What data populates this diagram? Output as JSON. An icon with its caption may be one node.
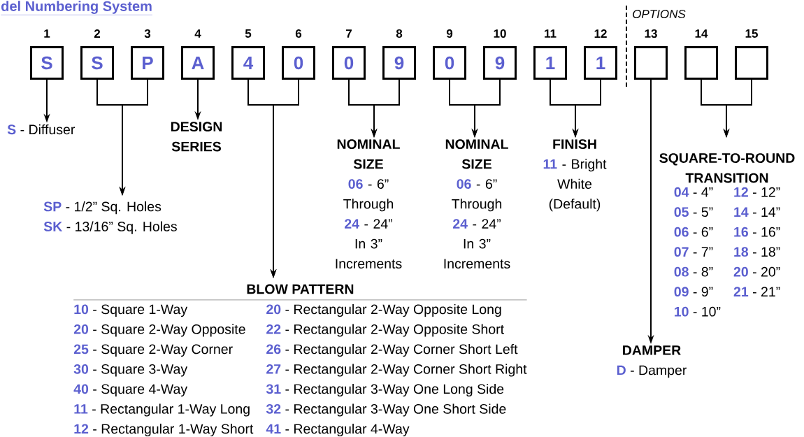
{
  "diagram": {
    "title": "del Numbering System",
    "nodes": [
      {
        "text": [
          "S"
        ],
        "beside": [
          "1"
        ]
      },
      {
        "text": [
          "S"
        ],
        "beside": [
          "2"
        ]
      },
      {
        "text": [
          "P"
        ],
        "beside": [
          "3"
        ]
      },
      {
        "text": [
          "A"
        ],
        "beside": [
          "4"
        ]
      },
      {
        "text": [
          "4"
        ],
        "beside": [
          "5"
        ]
      },
      {
        "text": [
          "0"
        ],
        "beside": [
          "6"
        ]
      },
      {
        "text": [
          "0"
        ],
        "beside": [
          "7"
        ]
      },
      {
        "text": [
          "9"
        ],
        "beside": [
          "8"
        ]
      },
      {
        "text": [
          "0"
        ],
        "beside": [
          "9"
        ]
      },
      {
        "text": [
          "9"
        ],
        "beside": [
          "10"
        ]
      },
      {
        "text": [
          "1"
        ],
        "beside": [
          "11"
        ]
      },
      {
        "text": [
          "1"
        ],
        "beside": [
          "12"
        ]
      },
      {
        "text": [],
        "shape": "box",
        "beside": [
          "13"
        ]
      },
      {
        "text": [],
        "shape": "box",
        "beside": [
          "14"
        ]
      },
      {
        "text": [],
        "shape": "box",
        "beside": [
          "15"
        ]
      },
      {
        "text": [
          "S",
          "- Diffuser"
        ]
      },
      {
        "text": [
          "SP",
          "- 1/2” Sq. Holes",
          "SK",
          "- 13/16” Sq. Holes"
        ]
      },
      {
        "text": [
          "DESIGN SERIES"
        ]
      },
      {
        "text": [
          "BLOW PATTERN",
          "10",
          "- Square 1-Way",
          "20",
          "- Square 2-Way Opposite",
          "25",
          "- Square 2-Way Corner",
          "30",
          "- Square 3-Way",
          "40",
          "- Square 4-Way",
          "11",
          "- Rectangular 1-Way Long",
          "12",
          "- Rectangular 1-Way Short",
          "20",
          "- Rectangular 2-Way Opposite Long",
          "22",
          "- Rectangular 2-Way Opposite Short",
          "26",
          "- Rectangular 2-Way Corner Short Left",
          "27",
          "- Rectangular 2-Way Corner Short Right",
          "31",
          "- Rectangular 3-Way One Long Side",
          "32",
          "- Rectangular 3-Way One Short Side",
          "41",
          "- Rectangular 4-Way"
        ]
      },
      {
        "text": [
          "NOMINAL SIZE",
          "06",
          "- 6”",
          "Through",
          "24",
          "- 24”",
          "In 3” Increments"
        ]
      },
      {
        "text": [
          "NOMINAL SIZE",
          "06",
          "- 6”",
          "Through",
          "24",
          "- 24”",
          "In 3” Increments"
        ]
      },
      {
        "text": [
          "FINISH",
          "11",
          "- Bright White (Default)"
        ]
      },
      {
        "text": [
          "SQUARE-TO-ROUND TRANSITION",
          "04",
          "- 4”",
          "05",
          "- 5”",
          "06",
          "- 6”",
          "07",
          "- 7”",
          "08",
          "- 8”",
          "09",
          "- 9”",
          "10",
          "- 10”",
          "12",
          "- 12”",
          "14",
          "- 14”",
          "16",
          "- 16”",
          "18",
          "- 18”",
          "20",
          "- 20”",
          "21",
          "- 21”"
        ]
      },
      {
        "text": [
          "DAMPER",
          "D",
          "- Damper"
        ]
      }
    ],
    "edges": [
      {
        "from": 0,
        "to": 15,
        "arrow": "to"
      },
      {
        "from": 1,
        "to": 16,
        "arrow": "to"
      },
      {
        "from": 2,
        "to": 16,
        "arrow": "to"
      },
      {
        "from": 3,
        "to": 17,
        "arrow": "to"
      },
      {
        "from": 4,
        "to": 18,
        "arrow": "to"
      },
      {
        "from": 5,
        "to": 18,
        "arrow": "to"
      },
      {
        "from": 6,
        "to": 19,
        "arrow": "to"
      },
      {
        "from": 7,
        "to": 19,
        "arrow": "to"
      },
      {
        "from": 8,
        "to": 20,
        "arrow": "to"
      },
      {
        "from": 9,
        "to": 20,
        "arrow": "to"
      },
      {
        "from": 10,
        "to": 21,
        "arrow": "to"
      },
      {
        "from": 11,
        "to": 21,
        "arrow": "to"
      },
      {
        "from": 12,
        "to": 23,
        "arrow": "to"
      },
      {
        "from": 13,
        "to": 22,
        "arrow": "to"
      },
      {
        "from": 14,
        "to": 22,
        "arrow": "to"
      }
    ],
    "labels": [
      "OPTIONS"
    ]
  }
}
